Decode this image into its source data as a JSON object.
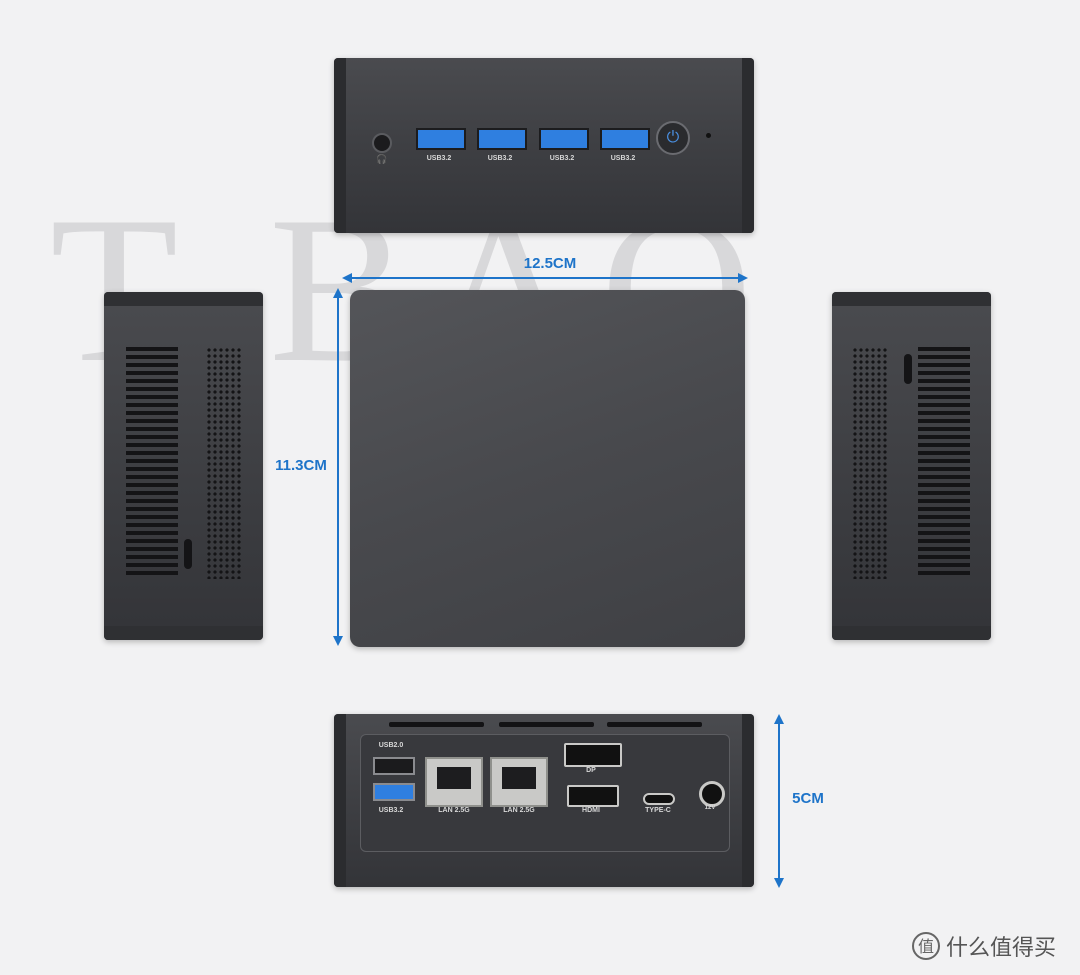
{
  "watermark": "T-BAO",
  "dimensions": {
    "width": "12.5CM",
    "depth": "11.3CM",
    "height": "5CM"
  },
  "front_ports": [
    "USB3.2",
    "USB3.2",
    "USB3.2",
    "USB3.2"
  ],
  "rear_ports": {
    "usb20": "USB2.0",
    "usb32": "USB3.2",
    "lan1": "LAN 2.5G",
    "lan2": "LAN 2.5G",
    "dp": "DP",
    "hdmi": "HDMI",
    "typec": "TYPE-C",
    "dc": "12V"
  },
  "site_mark": {
    "icon": "smzdm-logo",
    "text": "什么值得买"
  },
  "colors": {
    "dimension": "#1e74c9",
    "usb_blue": "#2f7fe0",
    "case": "#3f4044"
  }
}
